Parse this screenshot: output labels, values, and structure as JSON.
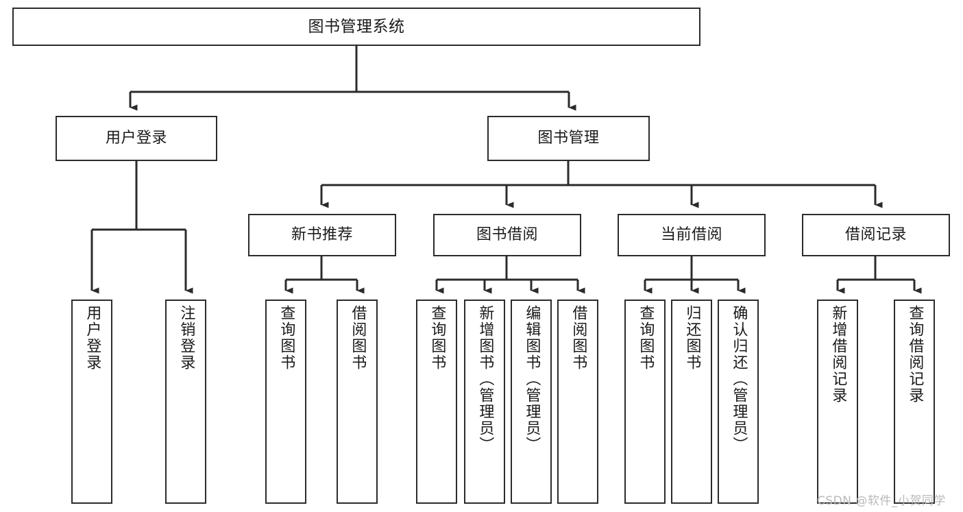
{
  "diagram": {
    "title": "图书管理系统",
    "type": "tree-hierarchy",
    "orientation": "top-down",
    "stroke_color": "#2b2b2b",
    "background_color": "#ffffff",
    "watermark": "CSDN @软件_小贺同学",
    "levels": {
      "root": {
        "label": "图书管理系统"
      },
      "level2": [
        {
          "label": "用户登录"
        },
        {
          "label": "图书管理"
        }
      ],
      "level3": [
        {
          "label": "新书推荐"
        },
        {
          "label": "图书借阅"
        },
        {
          "label": "当前借阅"
        },
        {
          "label": "借阅记录"
        }
      ],
      "leaves": [
        {
          "label": "用户登录",
          "parent": "用户登录"
        },
        {
          "label": "注销登录",
          "parent": "用户登录"
        },
        {
          "label": "查询图书",
          "parent": "新书推荐"
        },
        {
          "label": "借阅图书",
          "parent": "新书推荐"
        },
        {
          "label": "查询图书",
          "parent": "图书借阅"
        },
        {
          "label": "新增图书（管理员）",
          "parent": "图书借阅"
        },
        {
          "label": "编辑图书（管理员）",
          "parent": "图书借阅"
        },
        {
          "label": "借阅图书",
          "parent": "图书借阅"
        },
        {
          "label": "查询图书",
          "parent": "当前借阅"
        },
        {
          "label": "归还图书",
          "parent": "当前借阅"
        },
        {
          "label": "确认归还（管理员）",
          "parent": "当前借阅"
        },
        {
          "label": "新增借阅记录",
          "parent": "借阅记录"
        },
        {
          "label": "查询借阅记录",
          "parent": "借阅记录"
        }
      ]
    }
  }
}
